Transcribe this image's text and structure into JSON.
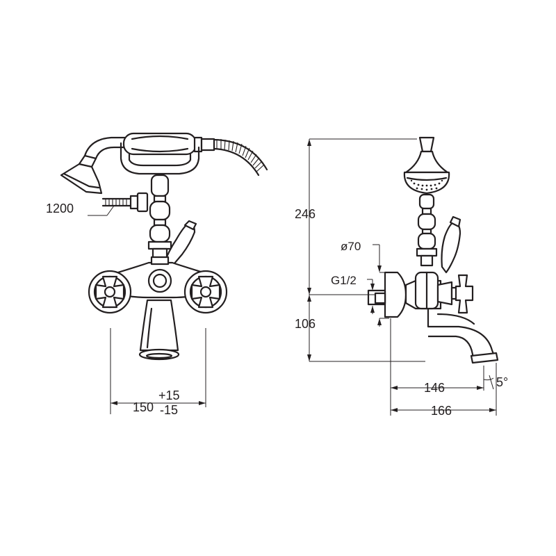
{
  "dimensions": {
    "hose_length": "1200",
    "spacing_nominal": "150",
    "spacing_tol_plus": "+15",
    "spacing_tol_minus": "-15",
    "height_total": "246",
    "height_spout": "106",
    "flange_diameter": "ø70",
    "thread": "G1/2",
    "projection_inner": "146",
    "projection_outer": "166",
    "spout_angle": "5°"
  }
}
